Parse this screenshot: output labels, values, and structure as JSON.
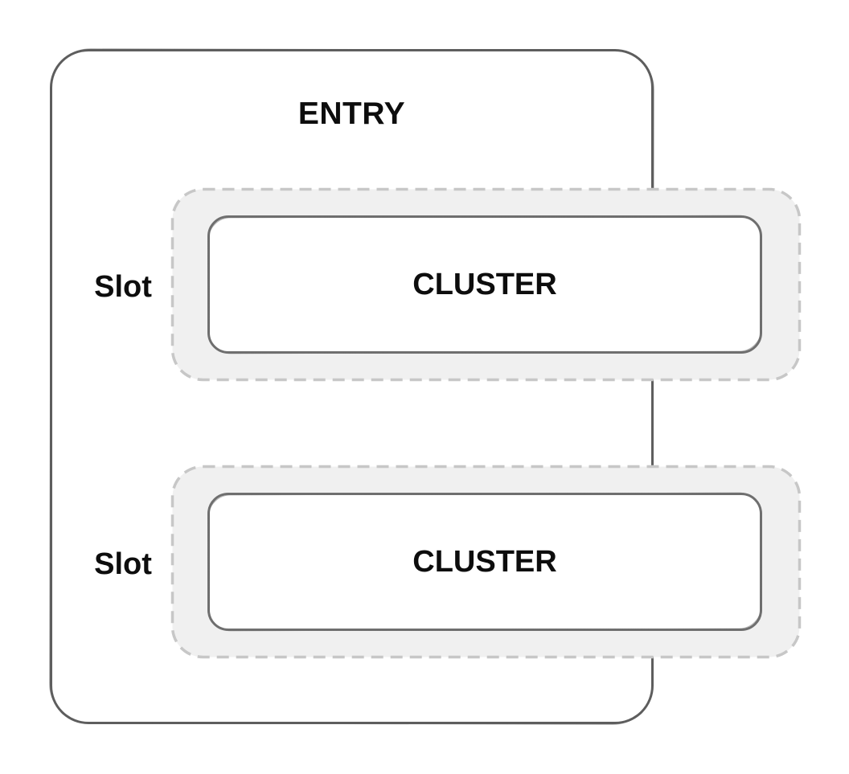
{
  "colors": {
    "background": "#ffffff",
    "outline": "#5e5e5e",
    "cluster_outline": "#6f6f6f",
    "cluster_fill": "#ffffff",
    "slot_fill": "#f0f0f0",
    "slot_border": "#c7c7c7",
    "text": "#0d0d0d"
  },
  "entry": {
    "label": "ENTRY"
  },
  "slots": [
    {
      "label": "Slot",
      "cluster": {
        "label": "CLUSTER"
      }
    },
    {
      "label": "Slot",
      "cluster": {
        "label": "CLUSTER"
      }
    }
  ]
}
